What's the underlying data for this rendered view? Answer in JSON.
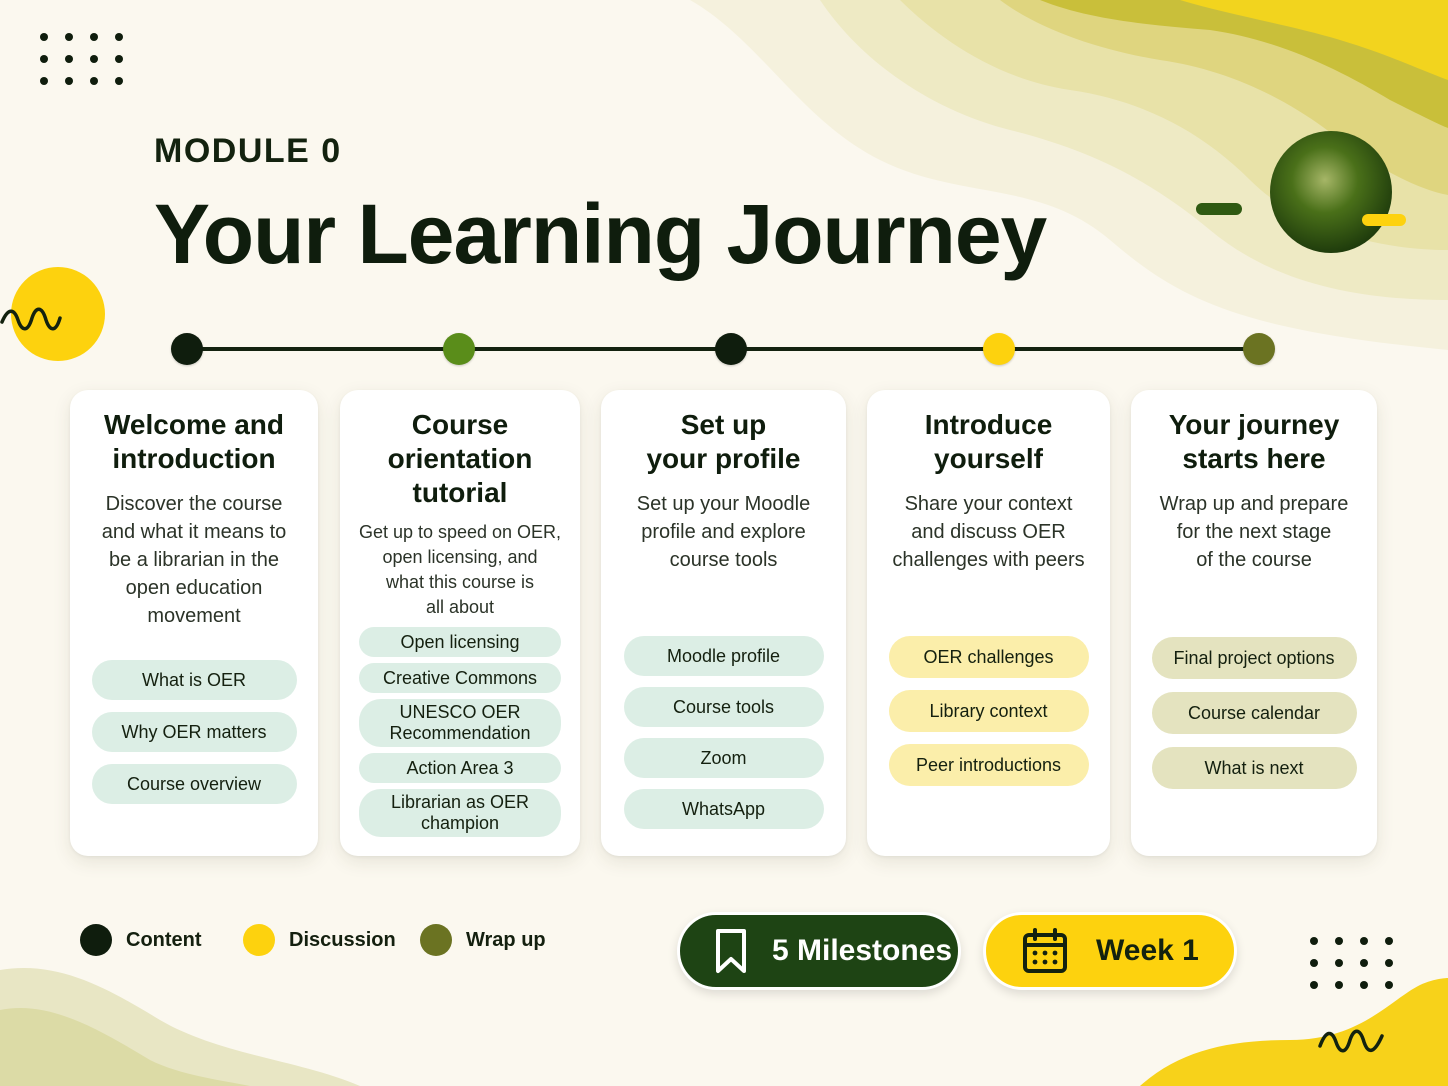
{
  "header": {
    "module_label": "MODULE 0",
    "title": "Your Learning Journey"
  },
  "colors": {
    "content": "#0f1d0d",
    "discussion": "#fdd20e",
    "wrap_up": "#6b7322",
    "accent_green": "#5a8d1a",
    "dark_green": "#1e4414",
    "background": "#fbf8ef"
  },
  "timeline": {
    "nodes": [
      {
        "type": "content"
      },
      {
        "type": "accent"
      },
      {
        "type": "content"
      },
      {
        "type": "discussion"
      },
      {
        "type": "wrap_up"
      }
    ]
  },
  "cards": [
    {
      "title": "Welcome and\nintroduction",
      "description": "Discover the course\nand what it means to\nbe a librarian in the\nopen education\nmovement",
      "pills": [
        "What is OER",
        "Why OER matters",
        "Course overview"
      ]
    },
    {
      "title": "Course\norientation\ntutorial",
      "description": "Get up to speed on OER,\nopen licensing, and\nwhat this course is\nall about",
      "pills": [
        "Open licensing",
        "Creative Commons",
        "UNESCO OER\nRecommendation",
        "Action Area 3",
        "Librarian as OER\nchampion"
      ]
    },
    {
      "title": "Set up\nyour profile",
      "description": "Set up your Moodle\nprofile and explore\ncourse tools",
      "pills": [
        "Moodle profile",
        "Course tools",
        "Zoom",
        "WhatsApp"
      ]
    },
    {
      "title": "Introduce\nyourself",
      "description": "Share your context\nand discuss OER\nchallenges with peers",
      "pills": [
        "OER challenges",
        "Library context",
        "Peer introductions"
      ]
    },
    {
      "title": "Your journey\nstarts here",
      "description": "Wrap up and prepare\nfor the next stage\nof the course",
      "pills": [
        "Final project options",
        "Course calendar",
        "What is next"
      ]
    }
  ],
  "legend": {
    "content": "Content",
    "discussion": "Discussion",
    "wrap_up": "Wrap up"
  },
  "badges": {
    "milestones_icon": "bookmark-icon",
    "milestones": "5 Milestones",
    "week_icon": "calendar-icon",
    "week": "Week 1"
  }
}
